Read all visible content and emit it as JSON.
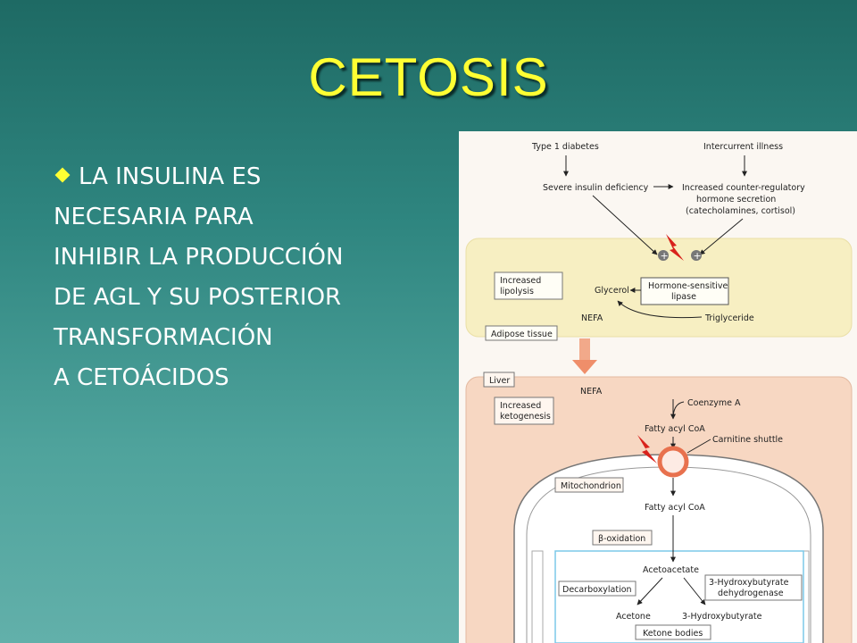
{
  "slide": {
    "title": "CETOSIS",
    "body_lines": [
      "LA INSULINA ES",
      "NECESARIA PARA",
      "INHIBIR LA PRODUCCIÓN",
      "DE AGL Y SU POSTERIOR",
      "TRANSFORMACIÓN",
      "A CETOÁCIDOS"
    ],
    "colors": {
      "title": "#ffff33",
      "text": "#ffffff",
      "background": "#2f8680"
    }
  },
  "diagram": {
    "type1_diabetes": "Type 1 diabetes",
    "intercurrent_illness": "Intercurrent illness",
    "severe_insulin_deficiency": "Severe insulin deficiency",
    "counter_reg_1": "Increased counter-regulatory",
    "counter_reg_2": "hormone secretion",
    "counter_reg_3": "(catecholamines, cortisol)",
    "increased_lipolysis_1": "Increased",
    "increased_lipolysis_2": "lipolysis",
    "glycerol": "Glycerol",
    "hsl_1": "Hormone-sensitive",
    "hsl_2": "lipase",
    "nefa_adipose": "NEFA",
    "triglyceride": "Triglyceride",
    "adipose_tissue": "Adipose tissue",
    "liver": "Liver",
    "nefa_liver": "NEFA",
    "increased_ketogenesis_1": "Increased",
    "increased_ketogenesis_2": "ketogenesis",
    "coenzyme_a": "Coenzyme A",
    "fatty_acyl_coa_1": "Fatty acyl CoA",
    "carnitine_shuttle": "Carnitine shuttle",
    "mitochondrion": "Mitochondrion",
    "fatty_acyl_coa_2": "Fatty acyl CoA",
    "beta_oxidation": "β-oxidation",
    "acetoacetate": "Acetoacetate",
    "decarboxylation": "Decarboxylation",
    "hbdh_1": "3-Hydroxybutyrate",
    "hbdh_2": "dehydrogenase",
    "acetone": "Acetone",
    "hydroxybutyrate": "3-Hydroxybutyrate",
    "ketone_bodies": "Ketone bodies",
    "plus_sign": "+"
  }
}
